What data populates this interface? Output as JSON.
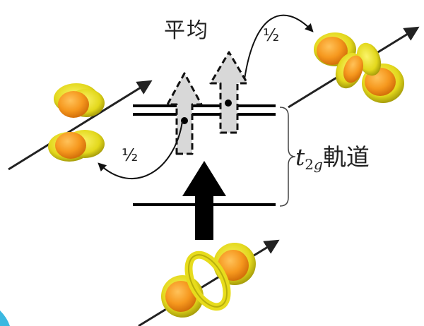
{
  "labels": {
    "average": "平均",
    "half_top": "½",
    "half_left": "½",
    "orbital_t": "t",
    "orbital_sub_2": "2",
    "orbital_sub_g": "g",
    "orbital_suffix": "軌道"
  },
  "colors": {
    "lobe_outer": "#e9e020",
    "lobe_inner": "#f59a1c",
    "arrow_fill": "#d8d8d8",
    "solid_arrow": "#000000",
    "line": "#222222",
    "corner_accent": "#3bb8e0"
  }
}
